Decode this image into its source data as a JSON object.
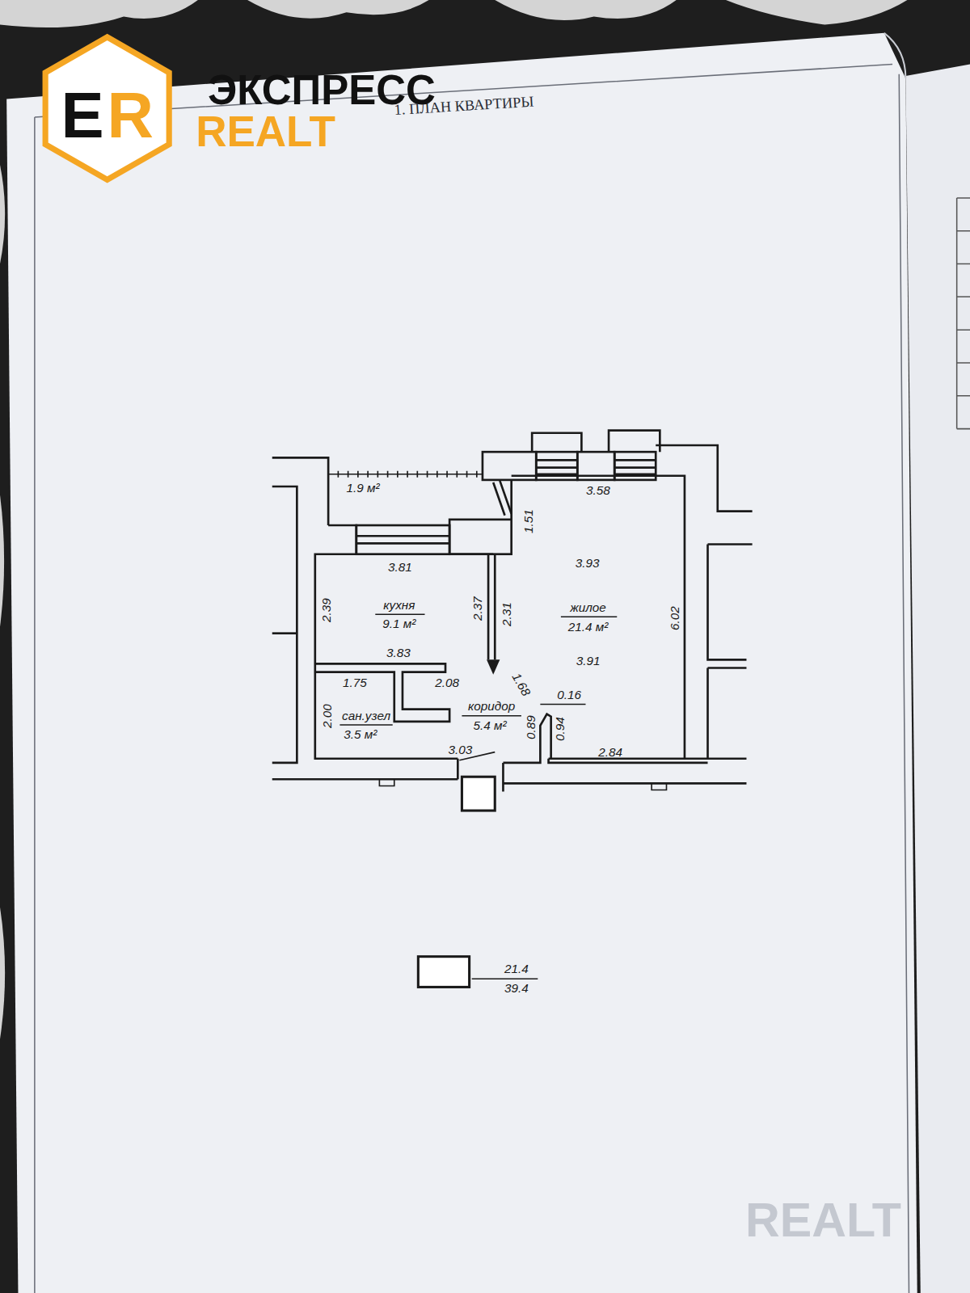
{
  "diagram": {
    "title": "1. ПЛАН КВАРТИРЫ",
    "labels": [
      "E",
      "R",
      "ЭКСПРЕСС",
      "REALT",
      "1.9 м²",
      "3.58",
      "1.51",
      "3.81",
      "3.93",
      "2.39",
      "кухня",
      "9.1 м²",
      "2.37",
      "2.31",
      "жилое",
      "21.4 м²",
      "6.02",
      "3.83",
      "3.91",
      "1.75",
      "2.08",
      "1.68",
      "0.16",
      "сан.узел",
      "3.5 м²",
      "2.00",
      "коридор",
      "5.4 м²",
      "0.89",
      "0.94",
      "3.03",
      "2.84",
      "21.4",
      "39.4",
      "REALT"
    ]
  }
}
